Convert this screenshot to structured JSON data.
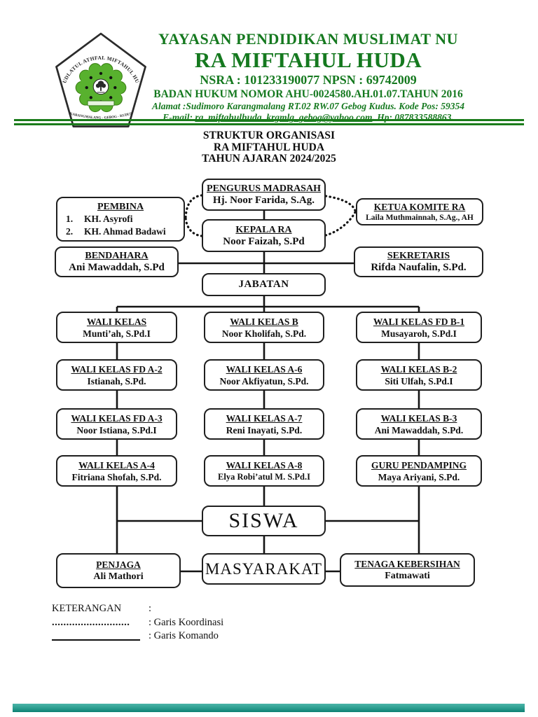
{
  "header": {
    "org_line1": "YAYASAN PENDIDIKAN MUSLIMAT NU",
    "org_line2": "RA MIFTAHUL HUDA",
    "ids_line": "NSRA : 101233190077 NPSN : 69742009",
    "legal_line": "BADAN HUKUM NOMOR AHU-0024580.AH.01.07.TAHUN 2016",
    "address_line": "Alamat :Sudimoro Karangmalang RT.02 RW.07 Gebog Kudus. Kode Pos: 59354",
    "email_prefix": "E-mail: ",
    "email": "ra_miftahulhuda_krgmlg_gebog@yahoo.com",
    "email_suffix": ". Hp: 087833588863.",
    "text_color": "#15791f",
    "rule_color": "#1b7c1b",
    "logo": {
      "arc_text": "RAUDLATUL ATHFAL MIFTAHUL HUDA",
      "bottom_text": "KARANGMALANG - GEBOG - KUDUS",
      "green": "#58b12e"
    }
  },
  "doc_title": {
    "line1": "STRUKTUR ORGANISASI",
    "line2": "RA MIFTAHUL HUDA",
    "line3": "TAHUN AJARAN 2024/2025"
  },
  "org": {
    "pengurus": {
      "title": "PENGURUS MADRASAH",
      "name": "Hj. Noor Farida, S.Ag."
    },
    "pembina": {
      "title": "PEMBINA",
      "members": [
        {
          "no": "1.",
          "name": "KH. Asyrofi"
        },
        {
          "no": "2.",
          "name": "KH. Ahmad Badawi"
        }
      ]
    },
    "ketua_komite": {
      "title": "KETUA KOMITE RA",
      "name": "Laila Muthmainnah, S.Ag., AH"
    },
    "kepala": {
      "title": "KEPALA RA",
      "name": "Noor Faizah, S.Pd"
    },
    "bendahara": {
      "title": "BENDAHARA",
      "name": "Ani Mawaddah, S.Pd"
    },
    "sekretaris": {
      "title": "SEKRETARIS",
      "name": "Rifda Naufalin, S.Pd."
    },
    "jabatan": {
      "title": "JABATAN"
    },
    "grid": [
      {
        "title": "WALI KELAS",
        "name": "Munti’ah, S.Pd.I"
      },
      {
        "title": "WALI KELAS B",
        "name": "Noor Kholifah, S.Pd."
      },
      {
        "title": "WALI KELAS FD B-1",
        "name": "Musayaroh, S.Pd.I"
      },
      {
        "title": "WALI KELAS FD A-2",
        "name": "Istianah, S.Pd."
      },
      {
        "title": "WALI KELAS A-6",
        "name": "Noor Akfiyatun, S.Pd."
      },
      {
        "title": "WALI KELAS B-2",
        "name": "Siti Ulfah, S.Pd.I"
      },
      {
        "title": "WALI KELAS FD A-3",
        "name": "Noor Istiana, S.Pd.I"
      },
      {
        "title": "WALI KELAS A-7",
        "name": "Reni Inayati, S.Pd."
      },
      {
        "title": "WALI KELAS B-3",
        "name": "Ani Mawaddah, S.Pd."
      },
      {
        "title": "WALI KELAS A-4",
        "name": "Fitriana Shofah, S.Pd."
      },
      {
        "title": "WALI KELAS A-8",
        "name": "Elya Robi’atul M. S.Pd.I"
      },
      {
        "title": "GURU PENDAMPING",
        "name": "Maya Ariyani, S.Pd."
      }
    ],
    "siswa": {
      "title": "SISWA"
    },
    "penjaga": {
      "title": "PENJAGA",
      "name": "Ali Mathori"
    },
    "masyarakat": {
      "title": "MASYARAKAT"
    },
    "tenaga_kebersihan": {
      "title": "TENAGA KEBERSIHAN",
      "name": "Fatmawati"
    }
  },
  "legend": {
    "title": "KETERANGAN",
    "colon": ":",
    "dotted_symbol": "...........................",
    "items": [
      {
        "label": "Garis Koordinasi"
      },
      {
        "label": "Garis Komando"
      }
    ]
  }
}
